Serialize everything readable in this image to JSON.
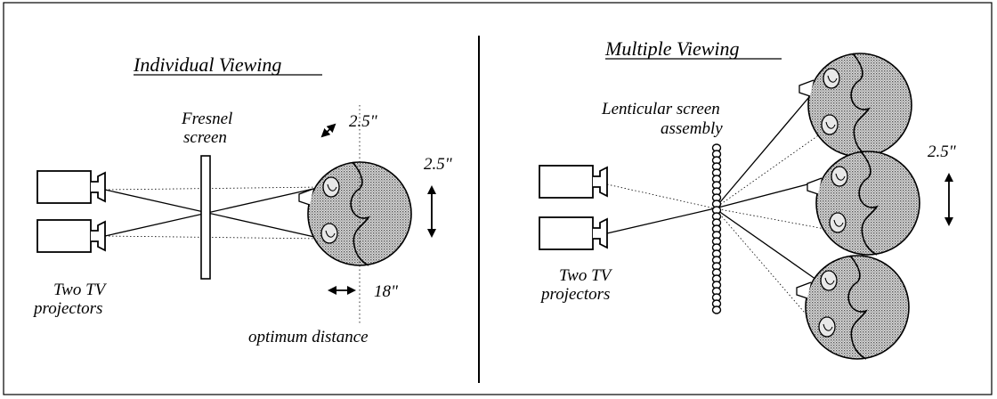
{
  "left": {
    "title": "Individual Viewing",
    "screen_label_line1": "Fresnel",
    "screen_label_line2": "screen",
    "projector_label_line1": "Two TV",
    "projector_label_line2": "projectors",
    "dim_eye_spacing": "2.5\"",
    "dim_head_move": "2.5\"",
    "dim_distance": "18\"",
    "distance_caption": "optimum distance"
  },
  "right": {
    "title": "Multiple Viewing",
    "screen_label_line1": "Lenticular screen",
    "screen_label_line2": "assembly",
    "projector_label_line1": "Two TV",
    "projector_label_line2": "projectors",
    "dim_spacing": "2.5\""
  },
  "colors": {
    "ink": "#000000",
    "head_fill": "#bdbdbd"
  }
}
